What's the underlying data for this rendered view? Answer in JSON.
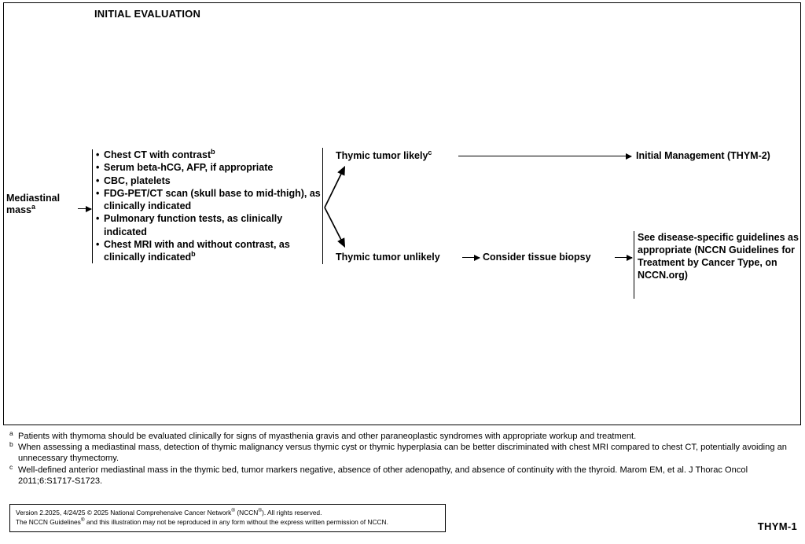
{
  "page_title": "INITIAL EVALUATION",
  "page_code": "THYM-1",
  "colors": {
    "ink": "#000000",
    "paper": "#ffffff"
  },
  "entry": {
    "label_line1": "Mediastinal",
    "label_line2": "mass",
    "footnote_ref": "a"
  },
  "workup": {
    "items": [
      {
        "text": "Chest CT with contrast",
        "footnote_ref": "b"
      },
      {
        "text": "Serum beta-hCG, AFP, if appropriate",
        "footnote_ref": ""
      },
      {
        "text": "CBC, platelets",
        "footnote_ref": ""
      },
      {
        "text": "FDG-PET/CT scan (skull base to mid-thigh), as clinically indicated",
        "footnote_ref": ""
      },
      {
        "text": "Pulmonary function tests, as clinically indicated",
        "footnote_ref": ""
      },
      {
        "text": "Chest MRI with and without contrast, as clinically indicated",
        "footnote_ref": "b"
      }
    ]
  },
  "branches": {
    "likely": {
      "label": "Thymic tumor likely",
      "footnote_ref": "c"
    },
    "unlikely": {
      "label": "Thymic tumor unlikely",
      "footnote_ref": ""
    }
  },
  "outcomes": {
    "initial_management": "Initial Management (THYM-2)",
    "consider_biopsy": "Consider tissue biopsy",
    "disease_specific": "See disease-specific guidelines as appropriate (NCCN Guidelines for Treatment by Cancer Type, on NCCN.org)"
  },
  "footnotes": [
    {
      "marker": "a",
      "text": "Patients with thymoma should be evaluated clinically for signs of myasthenia gravis and other paraneoplastic syndromes with appropriate workup and treatment."
    },
    {
      "marker": "b",
      "text": "When assessing a mediastinal mass, detection of thymic malignancy versus thymic cyst or thymic hyperplasia can be better discriminated with chest MRI compared to chest CT, potentially avoiding an unnecessary thymectomy."
    },
    {
      "marker": "c",
      "text": "Well-defined anterior mediastinal mass in the thymic bed, tumor markers negative, absence of other adenopathy, and absence of continuity with the thyroid. Marom EM, et al. J Thorac Oncol 2011;6:S1717-S1723."
    }
  ],
  "copyright": {
    "line1_pre": "Version 2.2025, 4/24/25 © 2025 National Comprehensive Cancer Network",
    "line1_mid": " (NCCN",
    "line1_post": "). All rights reserved.",
    "line2_pre": "The NCCN Guidelines",
    "line2_post": " and this illustration may not be reproduced in any form without the express written permission of NCCN."
  }
}
